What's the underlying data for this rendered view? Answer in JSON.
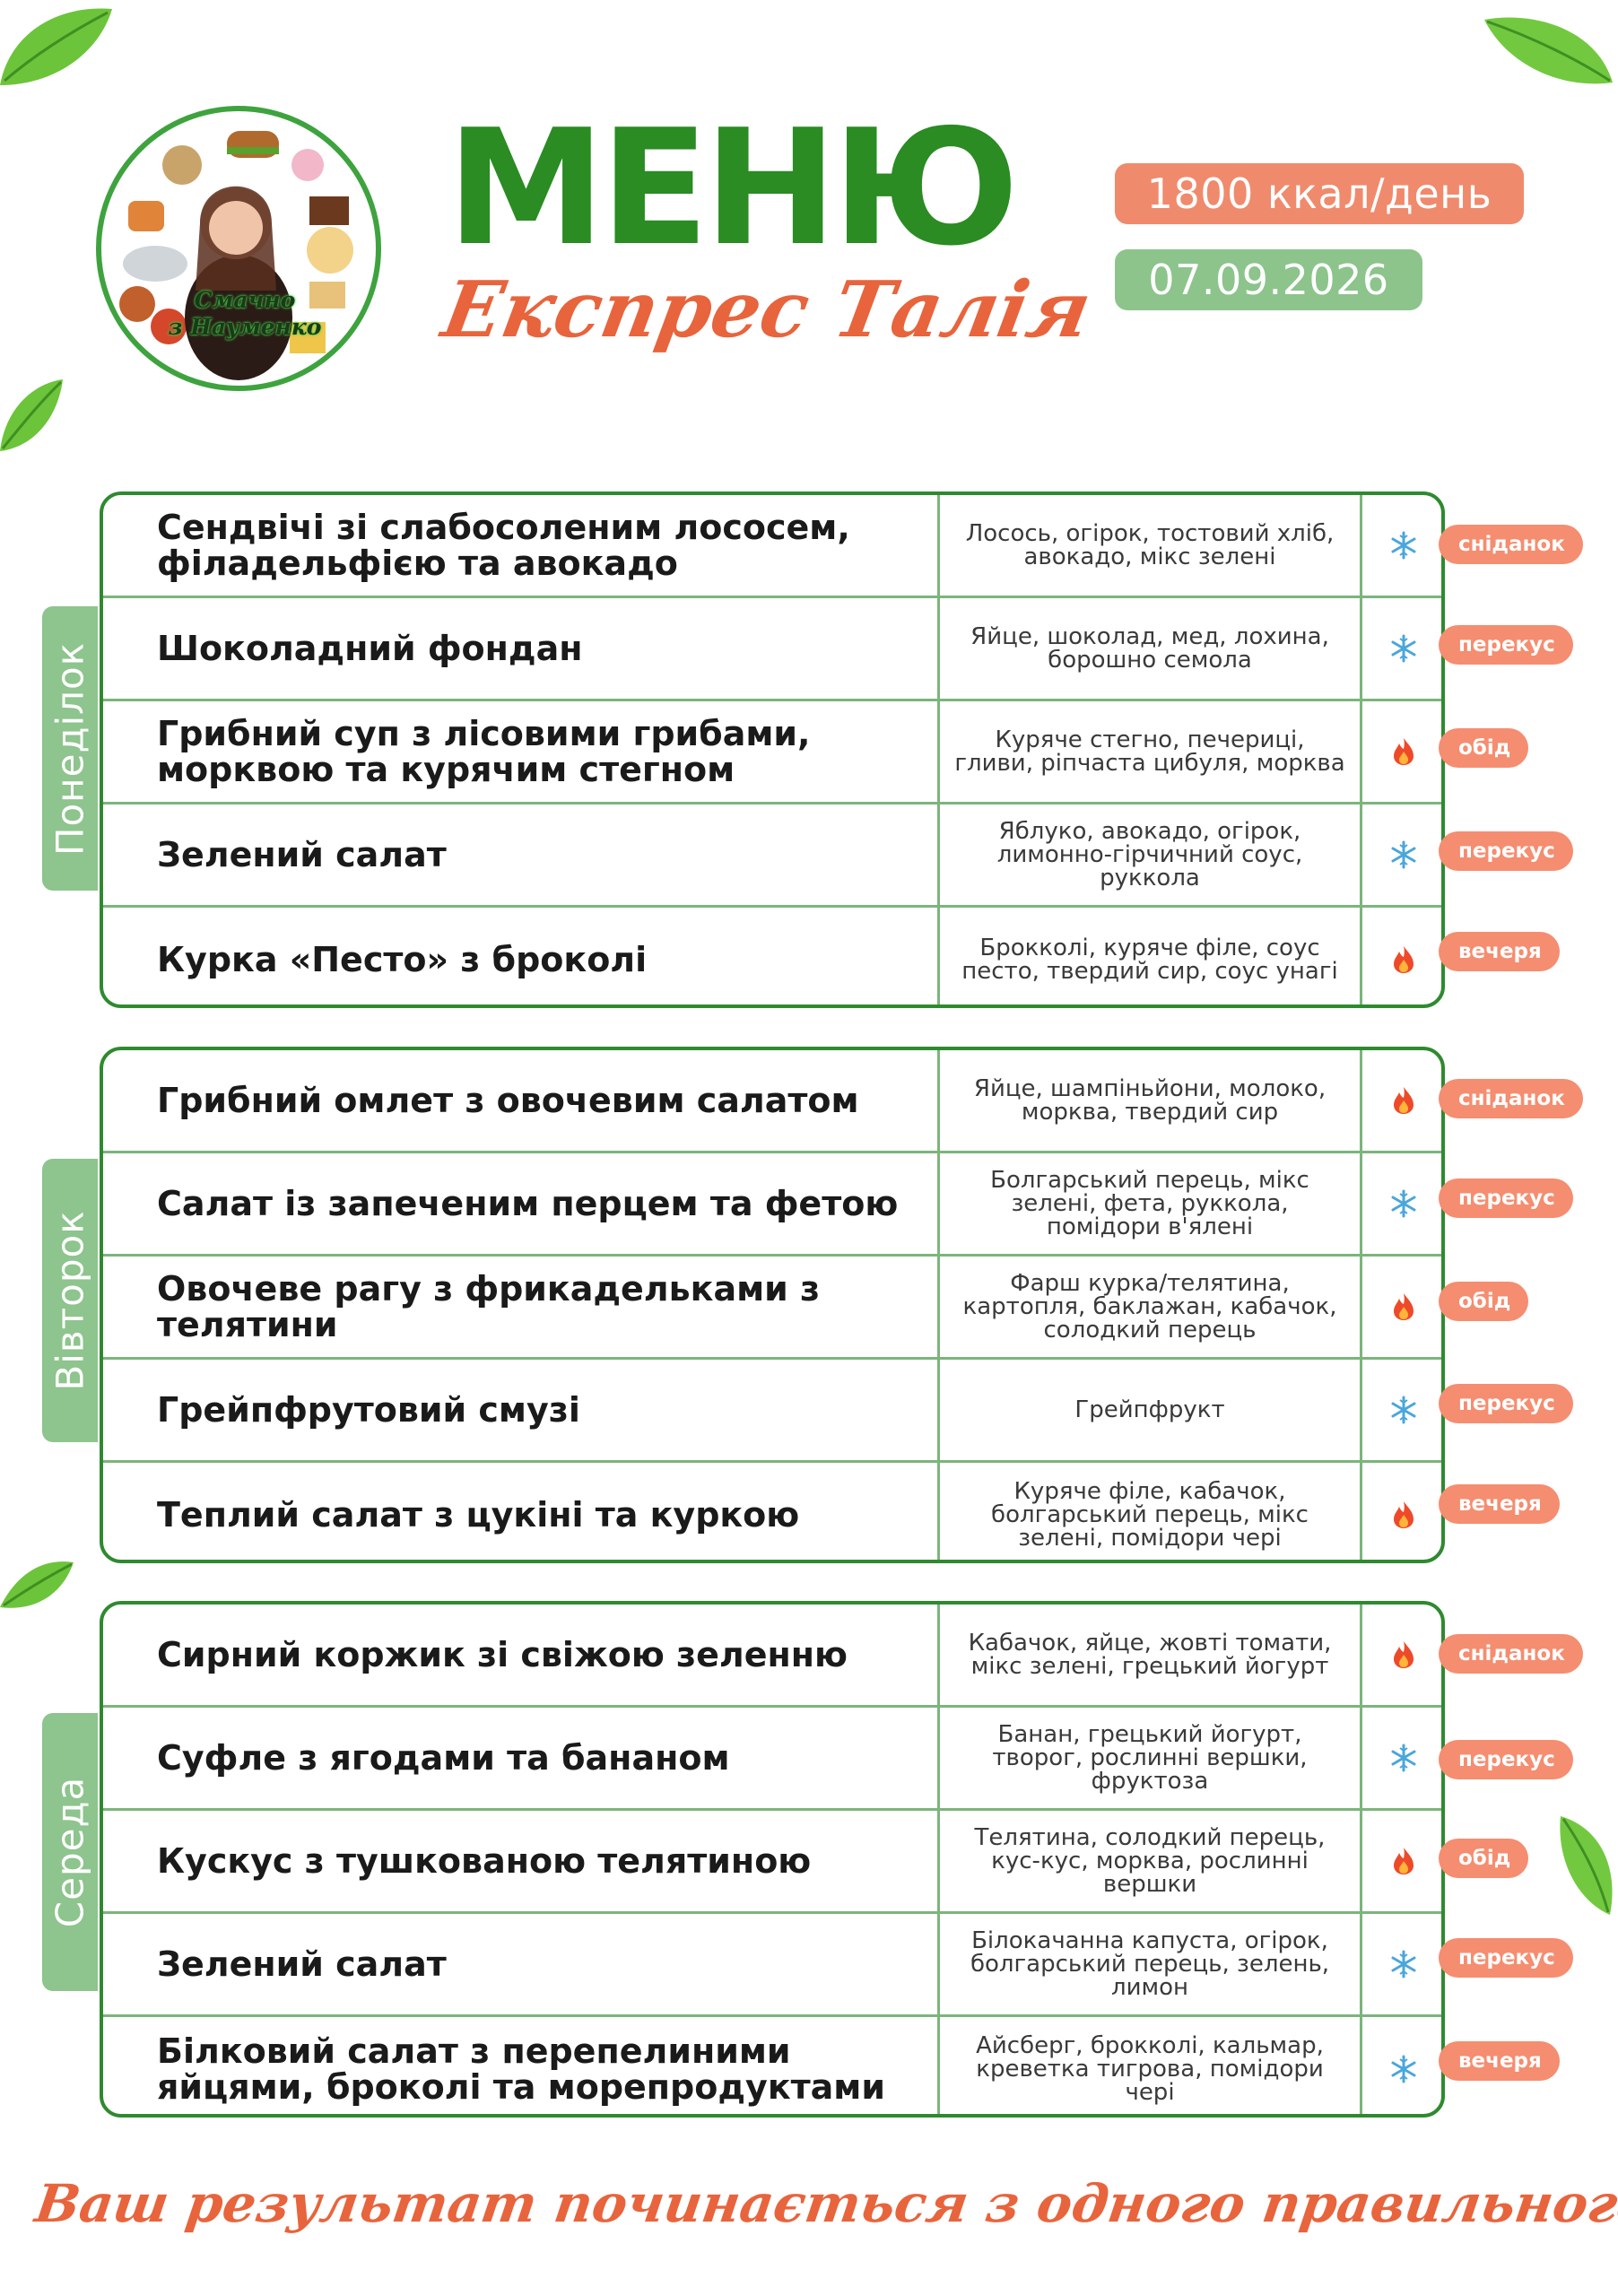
{
  "header": {
    "title": "МЕНЮ",
    "subtitle": "Експрес Талія",
    "kcal": "1800 ккал/день",
    "date": "07.09.2026",
    "logo_line1": "Смачно",
    "logo_line2": "з Науменко"
  },
  "colors": {
    "green": "#2a8c22",
    "orange": "#e8643c",
    "tag": "#f58d70",
    "day_tab": "#8ec48d"
  },
  "days": [
    {
      "name": "Понеділок",
      "rows": [
        {
          "dish": "Сендвічі зі слабосоленим лососем, філадельфією та авокадо",
          "ingredients": "Лосось, огірок, тостовий хліб, авокадо, мікс зелені",
          "icon": "snowflake-icon",
          "meal": "сніданок"
        },
        {
          "dish": "Шоколадний фондан",
          "ingredients": "Яйце, шоколад, мед, лохина, борошно семола",
          "icon": "snowflake-icon",
          "meal": "перекус"
        },
        {
          "dish": "Грибний суп з лісовими грибами, морквою та курячим стегном",
          "ingredients": "Куряче стегно, печериці, гливи, ріпчаста цибуля, морква",
          "icon": "fire-icon",
          "meal": "обід"
        },
        {
          "dish": "Зелений салат",
          "ingredients": "Яблуко, авокадо, огірок, лимонно-гірчичний соус, руккола",
          "icon": "snowflake-icon",
          "meal": "перекус"
        },
        {
          "dish": "Курка «Песто» з броколі",
          "ingredients": "Брокколі, куряче філе, соус песто, твердий сир, соус унагі",
          "icon": "fire-icon",
          "meal": "вечеря"
        }
      ]
    },
    {
      "name": "Вівторок",
      "rows": [
        {
          "dish": "Грибний омлет з овочевим салатом",
          "ingredients": "Яйце, шампіньйони, молоко, морква, твердий сир",
          "icon": "fire-icon",
          "meal": "сніданок"
        },
        {
          "dish": "Салат із запеченим перцем та фетою",
          "ingredients": "Болгарський перець, мікс зелені, фета, руккола, помідори в'ялені",
          "icon": "snowflake-icon",
          "meal": "перекус"
        },
        {
          "dish": "Овочеве рагу з фрикадельками з телятини",
          "ingredients": "Фарш курка/телятина, картопля, баклажан, кабачок, солодкий перець",
          "icon": "fire-icon",
          "meal": "обід"
        },
        {
          "dish": "Грейпфрутовий смузі",
          "ingredients": "Грейпфрукт",
          "icon": "snowflake-icon",
          "meal": "перекус"
        },
        {
          "dish": "Теплий салат з цукіні та куркою",
          "ingredients": "Куряче філе, кабачок, болгарський перець, мікс зелені, помідори чері",
          "icon": "fire-icon",
          "meal": "вечеря"
        }
      ]
    },
    {
      "name": "Середа",
      "rows": [
        {
          "dish": "Сирний коржик зі свіжою зеленню",
          "ingredients": "Кабачок, яйце, жовті томати, мікс зелені, грецький йогурт",
          "icon": "fire-icon",
          "meal": "сніданок"
        },
        {
          "dish": "Суфле з ягодами та бананом",
          "ingredients": "Банан, грецький йогурт, творог, рослинні вершки, фруктоза",
          "icon": "snowflake-icon",
          "meal": "перекус"
        },
        {
          "dish": "Кускус з тушкованою телятиною",
          "ingredients": "Телятина, солодкий перець, кус-кус, морква, рослинні вершки",
          "icon": "fire-icon",
          "meal": "обід"
        },
        {
          "dish": "Зелений салат",
          "ingredients": "Білокачанна капуста, огірок, болгарський перець, зелень, лимон",
          "icon": "snowflake-icon",
          "meal": "перекус"
        },
        {
          "dish": "Білковий салат з перепелиними яйцями, броколі та морепродуктами",
          "ingredients": "Айсберг, брокколі, кальмар, креветка тигрова, помідори чері",
          "icon": "snowflake-icon",
          "meal": "вечеря"
        }
      ]
    }
  ],
  "footer": "Ваш результат починається з одного правильного рішення!"
}
